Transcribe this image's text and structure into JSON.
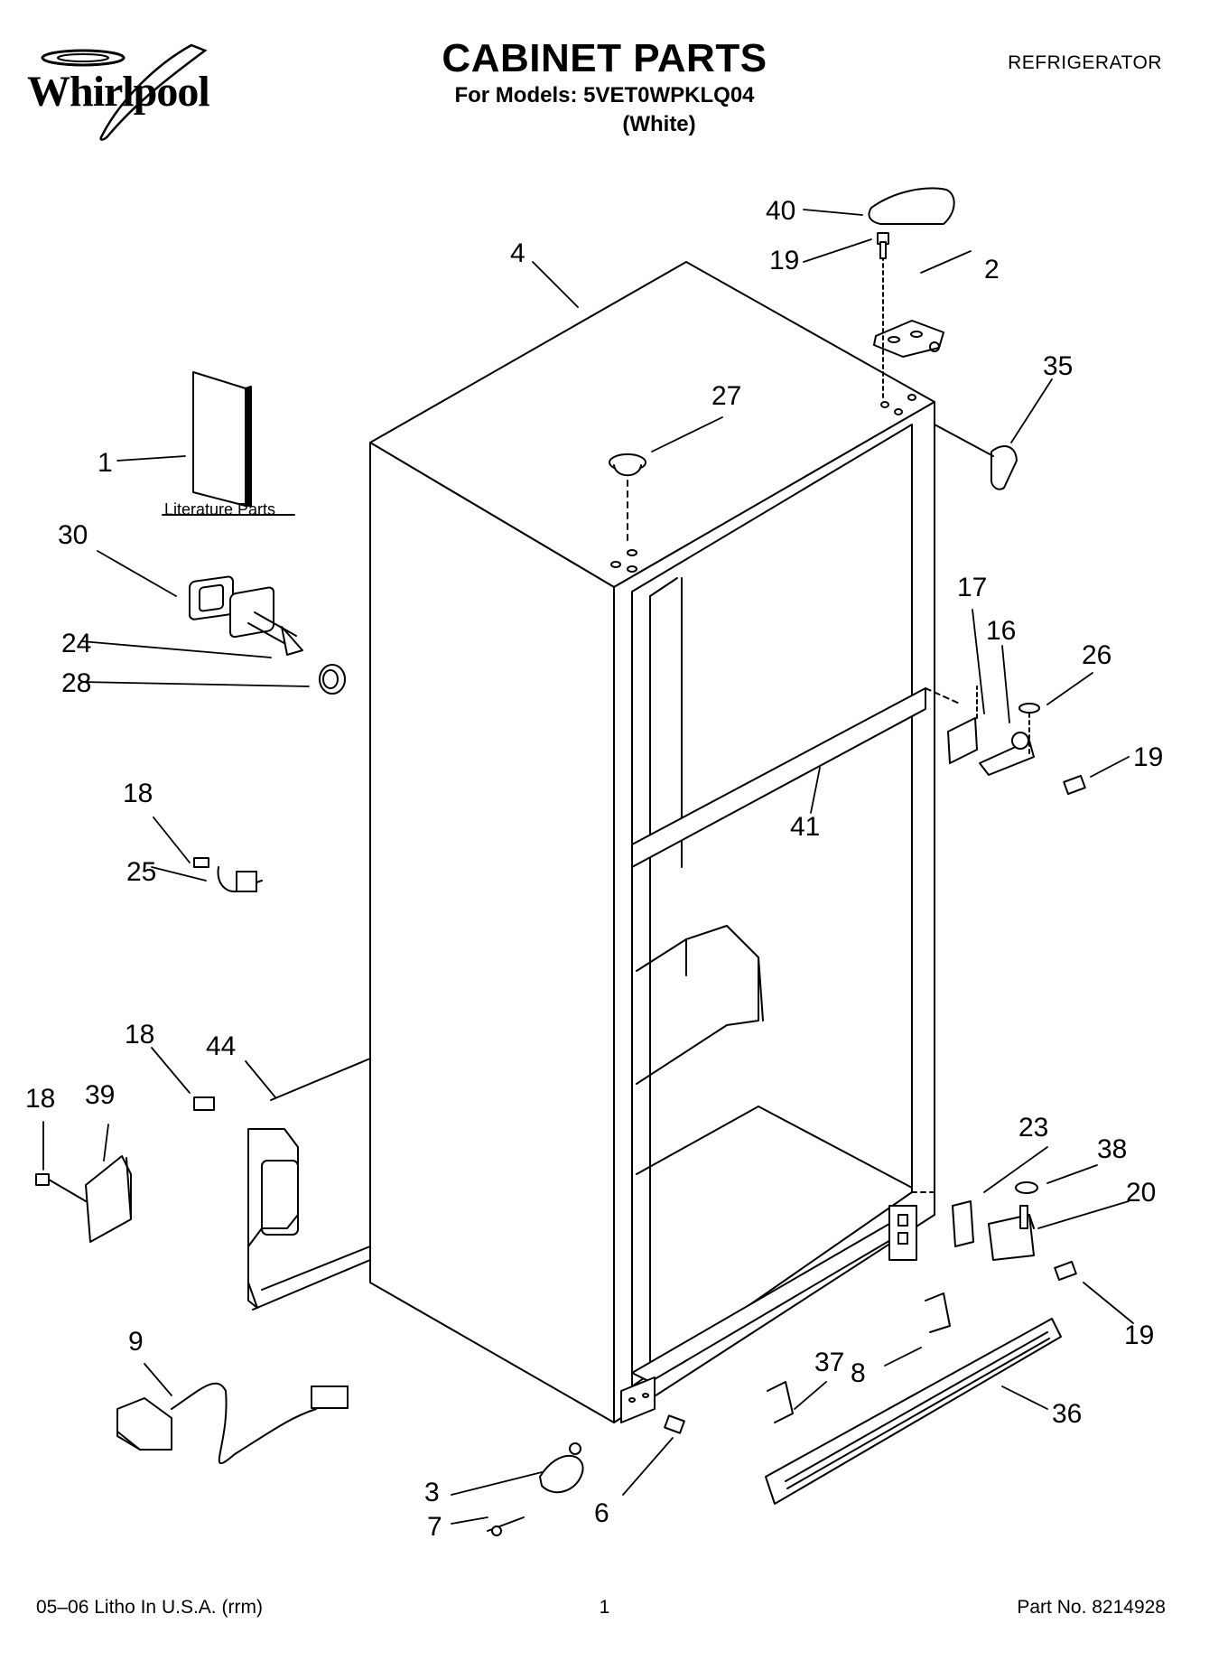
{
  "header": {
    "brand": "Whirlpool",
    "title": "CABINET PARTS",
    "subtitle": "For Models: 5VET0WPKLQ04",
    "variant": "(White)",
    "appliance": "REFRIGERATOR"
  },
  "diagram": {
    "literature_label": "Literature Parts",
    "callouts": {
      "c40": "40",
      "c19a": "19",
      "c2": "2",
      "c4": "4",
      "c35": "35",
      "c27": "27",
      "c1": "1",
      "c30": "30",
      "c24": "24",
      "c28": "28",
      "c17": "17",
      "c16": "16",
      "c26": "26",
      "c19b": "19",
      "c41": "41",
      "c18a": "18",
      "c25": "25",
      "c18b": "18",
      "c44": "44",
      "c18c": "18",
      "c39": "39",
      "c23": "23",
      "c38": "38",
      "c20": "20",
      "c19c": "19",
      "c9": "9",
      "c37": "37",
      "c8": "8",
      "c36": "36",
      "c3": "3",
      "c7": "7",
      "c6": "6"
    }
  },
  "footer": {
    "litho": "05–06 Litho In U.S.A. (rrm)",
    "page": "1",
    "part_no": "Part No. 8214928"
  }
}
